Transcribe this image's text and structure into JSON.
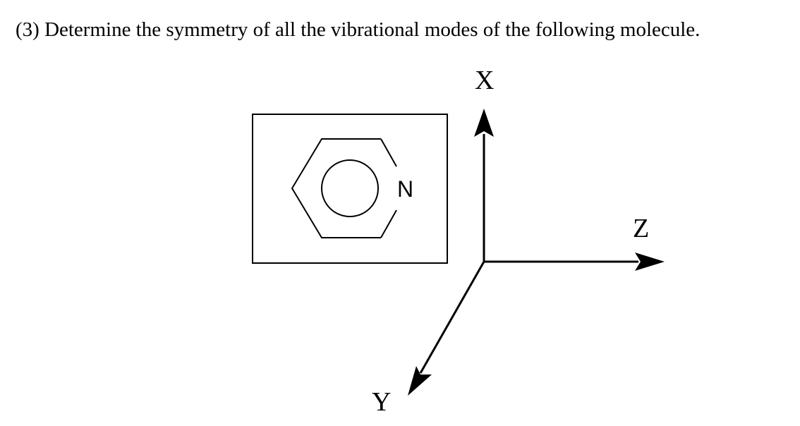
{
  "question": {
    "text": "(3) Determine the symmetry of all the vibrational modes of the following molecule."
  },
  "molecule": {
    "heteroatom_label": "N"
  },
  "axes": {
    "x_label": "X",
    "y_label": "Y",
    "z_label": "Z"
  },
  "colors": {
    "ink": "#000000",
    "background": "#ffffff"
  }
}
